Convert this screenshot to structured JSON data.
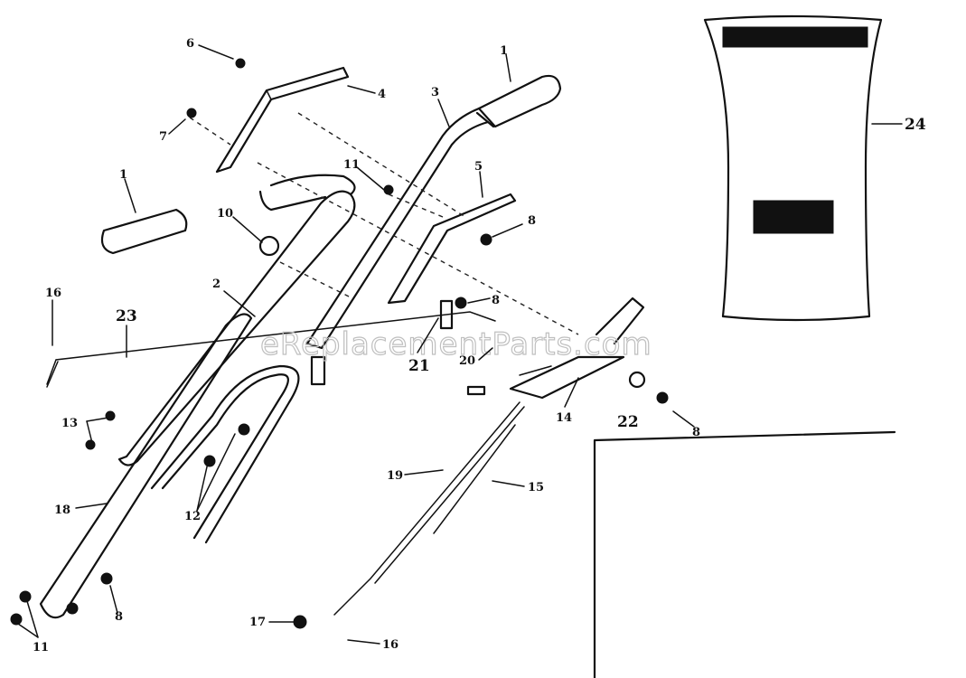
{
  "watermark": "eReplacementParts.com",
  "labels": [
    {
      "id": "p6",
      "text": "6"
    },
    {
      "id": "p4",
      "text": "4"
    },
    {
      "id": "p1a",
      "text": "1"
    },
    {
      "id": "p3",
      "text": "3"
    },
    {
      "id": "p7",
      "text": "7"
    },
    {
      "id": "p1b",
      "text": "1"
    },
    {
      "id": "p11a",
      "text": "11"
    },
    {
      "id": "p5",
      "text": "5"
    },
    {
      "id": "p10",
      "text": "10"
    },
    {
      "id": "p8a",
      "text": "8"
    },
    {
      "id": "p16a",
      "text": "16"
    },
    {
      "id": "p23",
      "text": "23"
    },
    {
      "id": "p2",
      "text": "2"
    },
    {
      "id": "p8b",
      "text": "8"
    },
    {
      "id": "p21",
      "text": "21"
    },
    {
      "id": "p20",
      "text": "20"
    },
    {
      "id": "p13",
      "text": "13"
    },
    {
      "id": "p14",
      "text": "14"
    },
    {
      "id": "p22",
      "text": "22"
    },
    {
      "id": "p8c",
      "text": "8"
    },
    {
      "id": "p19",
      "text": "19"
    },
    {
      "id": "p15",
      "text": "15"
    },
    {
      "id": "p18",
      "text": "18"
    },
    {
      "id": "p12",
      "text": "12"
    },
    {
      "id": "p8d",
      "text": "8"
    },
    {
      "id": "p11b",
      "text": "11"
    },
    {
      "id": "p17",
      "text": "17"
    },
    {
      "id": "p16b",
      "text": "16"
    },
    {
      "id": "p24",
      "text": "24"
    }
  ]
}
